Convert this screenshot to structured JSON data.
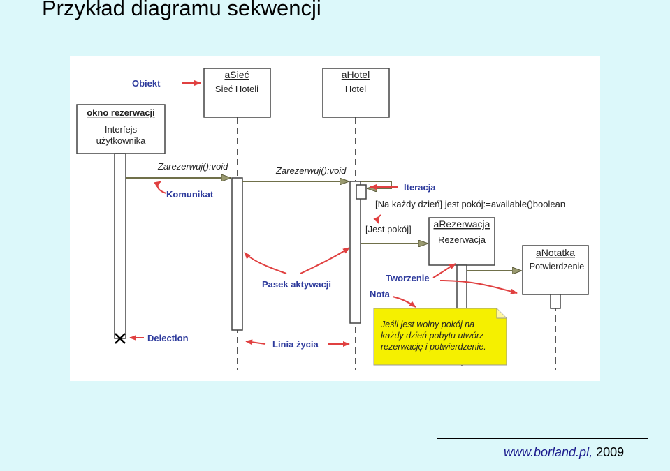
{
  "title": "Przykład diagramu sekwencji",
  "objects": {
    "okno": {
      "name": "okno rezerwacji",
      "line1": "Interfejs",
      "line2": "użytkownika"
    },
    "asiec": {
      "name": "aSieć",
      "class": "Sieć Hoteli"
    },
    "ahotel": {
      "name": "aHotel",
      "class": "Hotel"
    },
    "arezerwacja": {
      "name": "aRezerwacja",
      "class": "Rezerwacja"
    },
    "anotatka": {
      "name": "aNotatka",
      "class": "Potwierdzenie"
    }
  },
  "messages": {
    "msg1": "Zarezerwuj():void",
    "msg2": "Zarezerwuj():void",
    "iteration_condition": "[Na każdy dzień] jest pokój:=available()boolean",
    "guard": "[Jest pokój]"
  },
  "callouts": {
    "obiekt": "Obiekt",
    "komunikat": "Komunikat",
    "iteracja": "Iteracja",
    "pasek": "Pasek aktywacji",
    "tworzenie": "Tworzenie",
    "nota": "Nota",
    "delection": "Delection",
    "linia": "Linia życia"
  },
  "note": {
    "line1": "Jeśli jest wolny pokój na",
    "line2": "każdy dzień pobytu utwórz",
    "line3": "rezerwację i potwierdzenie."
  },
  "footer": {
    "site": "www.borland.pl",
    "comma": ",",
    "year": " 2009"
  },
  "colors": {
    "callout": "#2d3a9c",
    "arrow": "#e04040",
    "note": "#f5f000",
    "message": "#70704a"
  }
}
